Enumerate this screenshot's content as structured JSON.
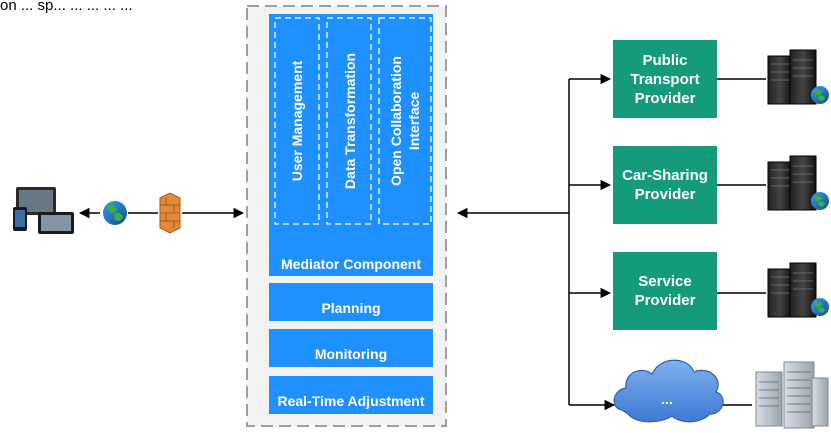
{
  "colors": {
    "blue": "#1e90ff",
    "teal": "#159a7c",
    "frame": "#9e9e9e",
    "line": "#000000"
  },
  "header_fragment": "on ... sp... ... ... ... ...",
  "platform": {
    "vertical_modules": [
      "User Management",
      "Data Transformation",
      "Open Collaboration Interface"
    ],
    "vertical_module_lines": [
      [
        "User Management"
      ],
      [
        "Data Transformation"
      ],
      [
        "Open Collaboration",
        "Interface"
      ]
    ],
    "mediator_label": "Mediator Component",
    "modules": [
      "Planning",
      "Monitoring",
      "Real-Time Adjustment"
    ]
  },
  "providers": [
    {
      "lines": [
        "Public",
        "Transport",
        "Provider"
      ]
    },
    {
      "lines": [
        "Car-Sharing",
        "Provider"
      ]
    },
    {
      "lines": [
        "Service",
        "Provider"
      ]
    }
  ],
  "cloud_label": "...",
  "icons": {
    "client_devices": "devices-icon",
    "globe": "globe-icon",
    "firewall": "firewall-icon",
    "servers": "server-rack-icon",
    "cloud": "cloud-icon",
    "datacenter": "datacenter-icon"
  }
}
